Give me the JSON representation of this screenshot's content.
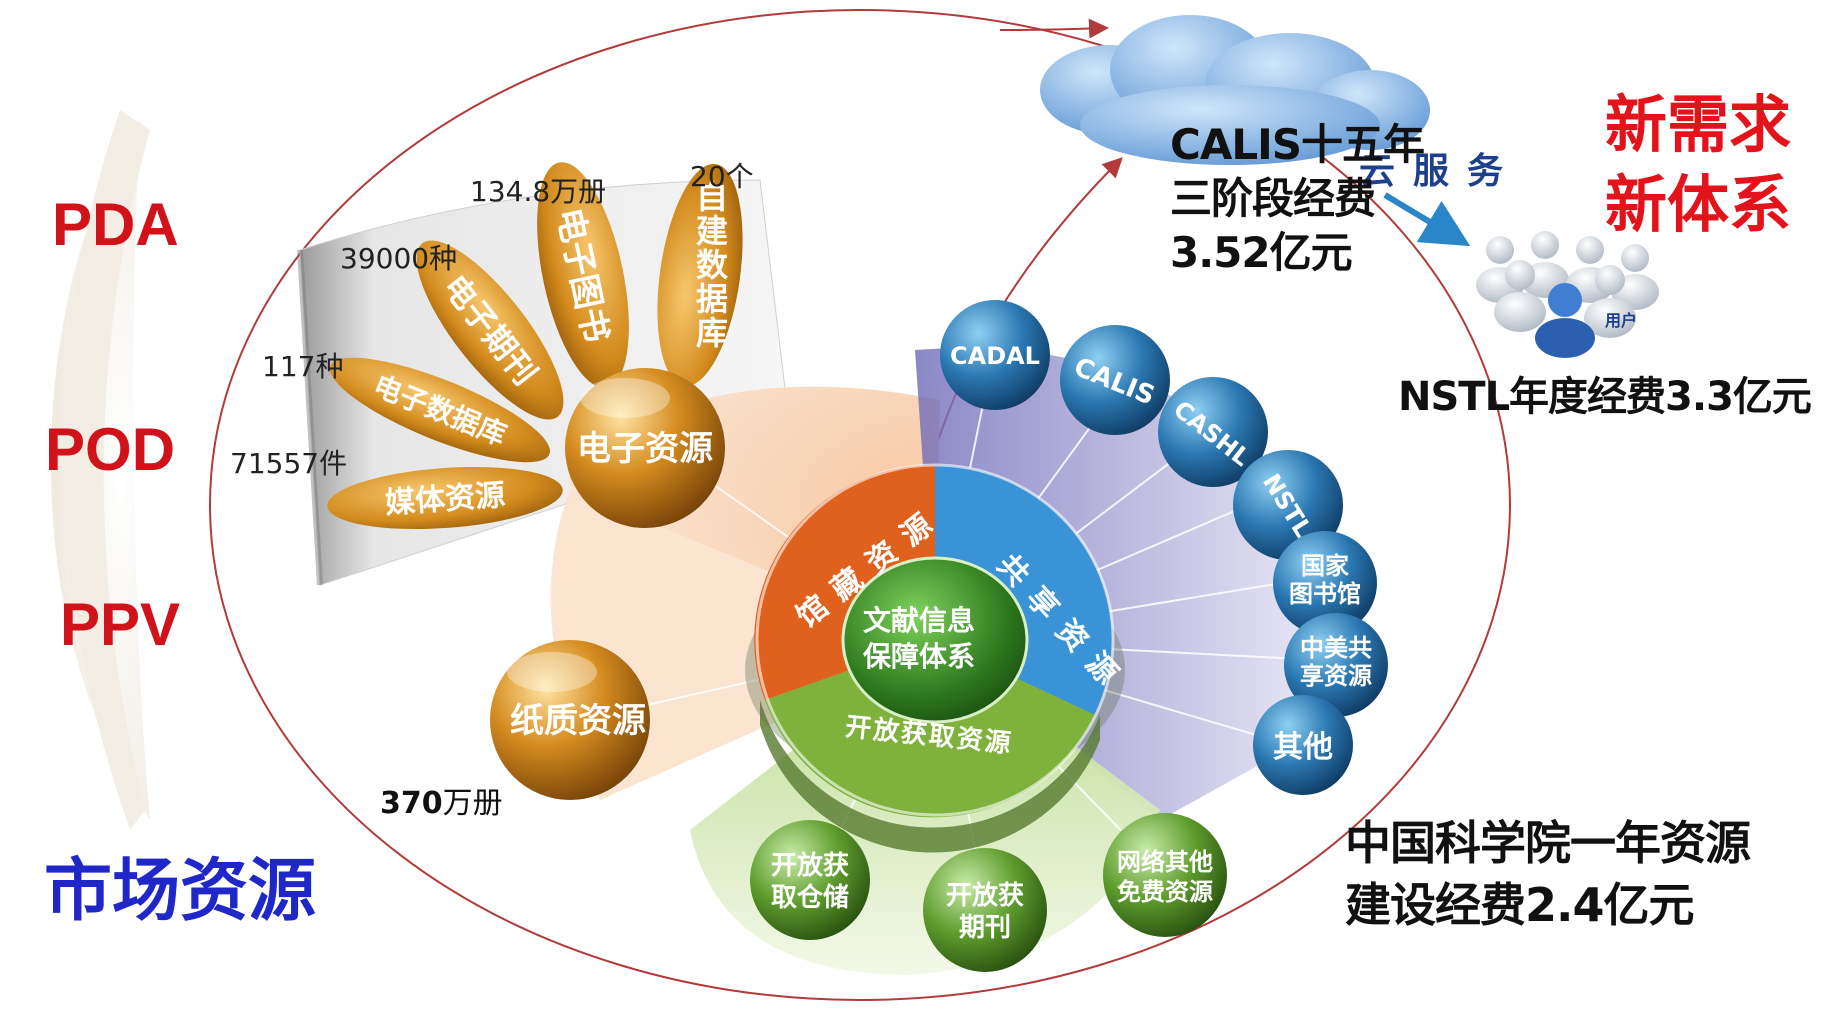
{
  "side_labels": [
    "PDA",
    "POD",
    "PPV"
  ],
  "market_label": "市场资源",
  "center": {
    "line1": "文献信息",
    "line2": "保障体系"
  },
  "ring": {
    "collection": "馆藏资源",
    "shared": "共享资源",
    "open_access": "开放获取资源"
  },
  "electronic": {
    "hub": "电子资源",
    "petals": [
      {
        "label": "媒体资源",
        "count": "71557件"
      },
      {
        "label": "电子数据库",
        "count": "117种"
      },
      {
        "label": "电子期刊",
        "count": "39000种"
      },
      {
        "label": "电子图书",
        "count": "134.8万册"
      },
      {
        "label": "自建数据库",
        "count": "20个"
      }
    ]
  },
  "paper": {
    "label": "纸质资源",
    "count_num": "370",
    "count_unit": "万册"
  },
  "shared_nodes": [
    "CADAL",
    "CALIS",
    "CASHL",
    "NSTL",
    "国家图书馆",
    "中美共享资源",
    "其他"
  ],
  "open_nodes": [
    "开放获取仓储",
    "开放获期刊",
    "网络其他免费资源"
  ],
  "cloud": {
    "label": "云服务",
    "user_label": "用户"
  },
  "stats": {
    "calis_line1": "CALIS十五年",
    "calis_line2": "三阶段经费",
    "calis_line3": "3.52亿元",
    "nstl": "NSTL年度经费3.3亿元",
    "cas_line1": "中国科学院一年资源",
    "cas_line2": "建设经费2.4亿元"
  },
  "new_demand": {
    "line1": "新需求",
    "line2": "新体系"
  },
  "colors": {
    "side_red": "#d0121b",
    "market_blue": "#1f27c9",
    "new_red": "#e3121b",
    "orange": "#e0611e",
    "petal_gold": "#d2891c",
    "shared_blue": "#3a93d6",
    "node_navy": "#1d5a8c",
    "open_green": "#7eb23c",
    "center_green": "#2f7a1f",
    "lavender": "#8b87c9"
  }
}
